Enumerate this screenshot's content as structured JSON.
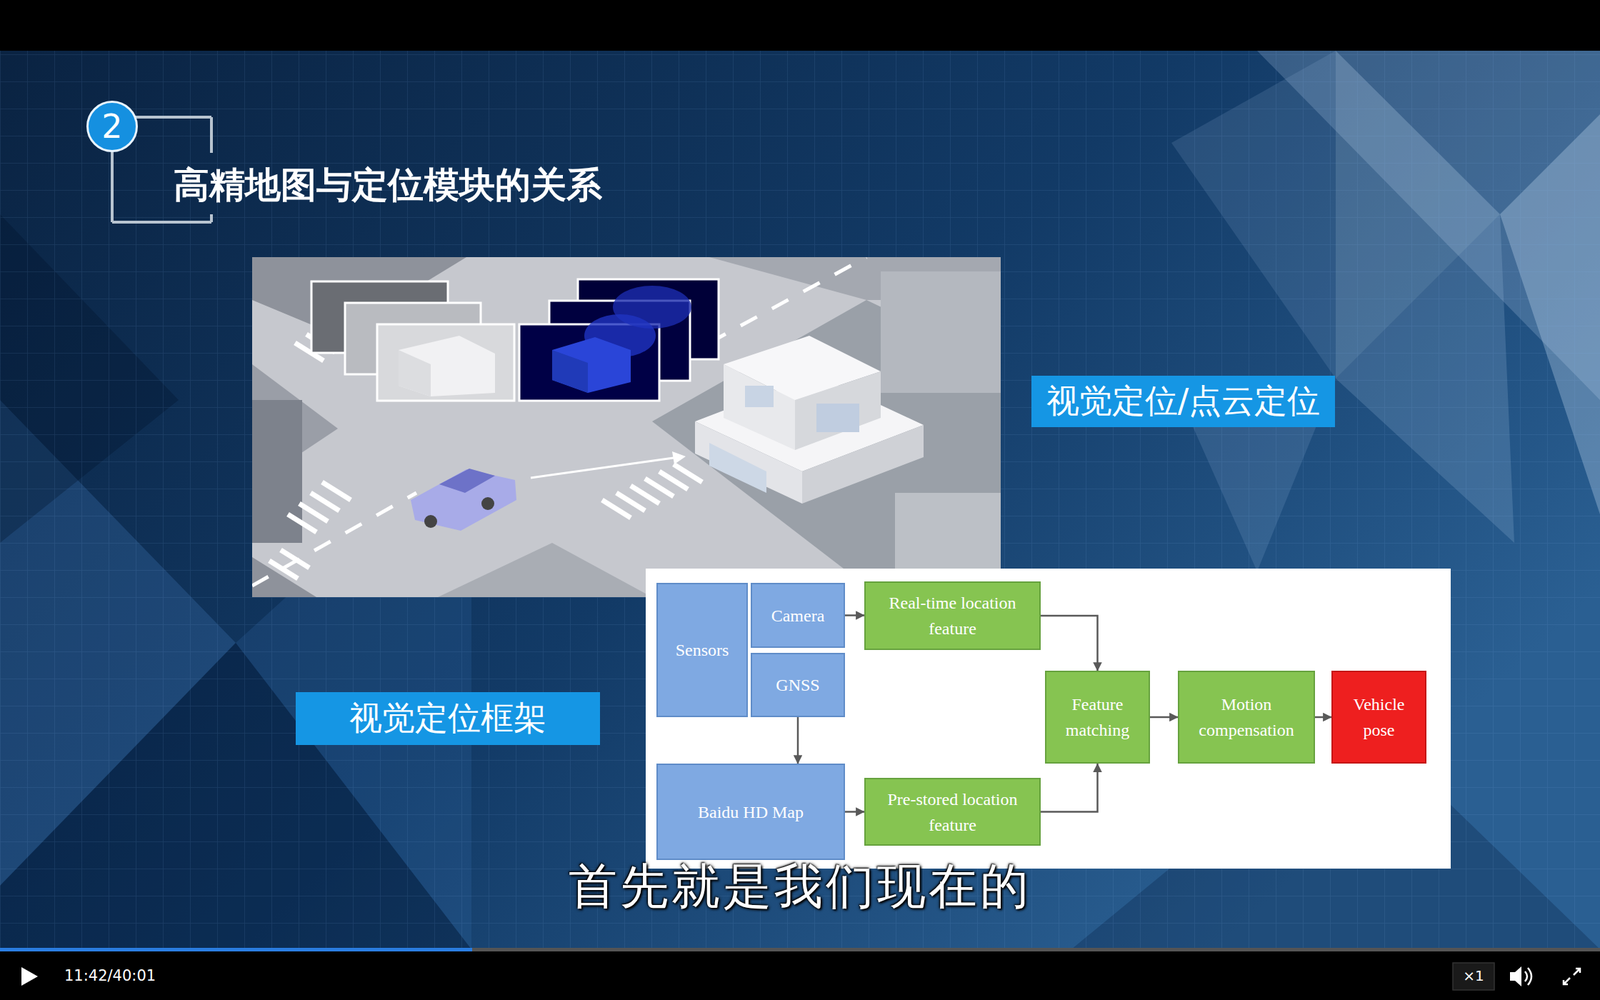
{
  "diagram": {
    "title": "高精地图与定位模块的关系",
    "nodes": [
      {
        "text": [
          "2"
        ]
      },
      {
        "text": [
          "视觉定位/点云定位"
        ]
      },
      {
        "text": [
          "视觉定位框架"
        ]
      },
      {
        "text": [
          "Sensors"
        ]
      },
      {
        "text": [
          "Camera"
        ]
      },
      {
        "text": [
          "GNSS"
        ]
      },
      {
        "text": [
          "Real-time location feature"
        ]
      },
      {
        "text": [
          "Feature matching"
        ]
      },
      {
        "text": [
          "Motion compensation"
        ]
      },
      {
        "text": [
          "Vehicle pose"
        ]
      },
      {
        "text": [
          "Baidu HD Map"
        ]
      },
      {
        "text": [
          "Pre-stored location feature"
        ]
      }
    ],
    "edges": [
      {
        "from": 4,
        "to": 6,
        "arrow": "to"
      },
      {
        "from": 5,
        "to": 10,
        "arrow": "to"
      },
      {
        "from": 10,
        "to": 11,
        "arrow": "to"
      },
      {
        "from": 6,
        "to": 7,
        "arrow": "to"
      },
      {
        "from": 11,
        "to": 7,
        "arrow": "to"
      },
      {
        "from": 7,
        "to": 8,
        "arrow": "to"
      },
      {
        "from": 8,
        "to": 9,
        "arrow": "to"
      }
    ],
    "labels": [
      "首先就是我们现在的",
      "11:42/40:01",
      "×1"
    ]
  }
}
